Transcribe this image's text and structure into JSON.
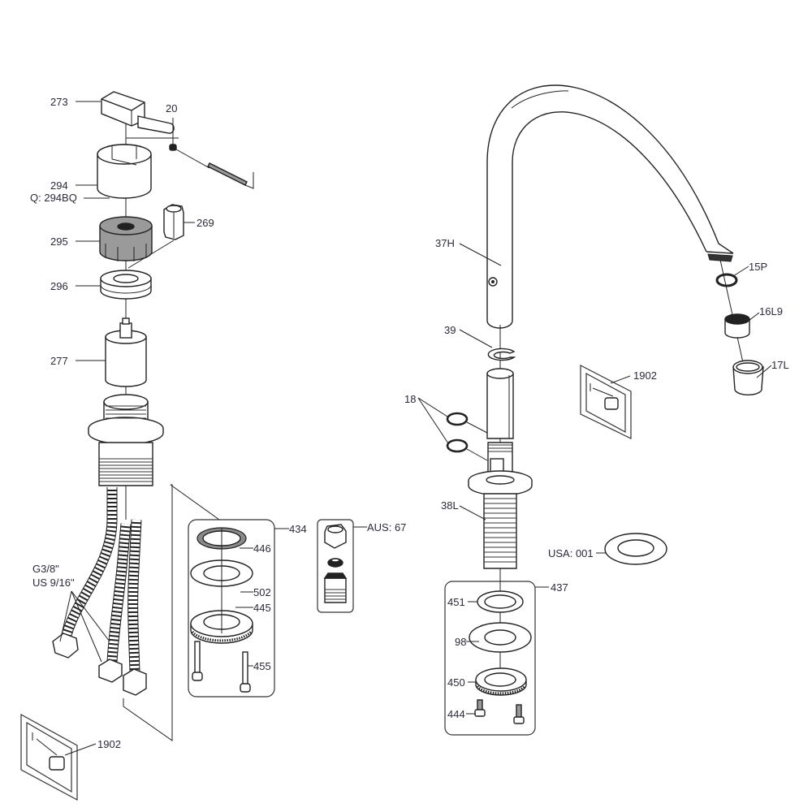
{
  "diagram": {
    "type": "exploded-parts-diagram",
    "subject": "kitchen faucet with swivel spout",
    "left_assembly": {
      "labels": {
        "p273": "273",
        "p20": "20",
        "p294": "294",
        "p294bq": "Q: 294BQ",
        "p269": "269",
        "p295": "295",
        "p296": "296",
        "p277": "277",
        "hose_size_1": "G3/8\"",
        "hose_size_2": "US 9/16\"",
        "p1902": "1902"
      },
      "kit_434": {
        "kit_label": "434",
        "items": {
          "p446": "446",
          "p502": "502",
          "p445": "445",
          "p455": "455"
        }
      },
      "kit_aus": {
        "kit_label": "AUS: 67"
      }
    },
    "right_assembly": {
      "labels": {
        "p37h": "37H",
        "p15p": "15P",
        "p16l9": "16L9",
        "p17l": "17L",
        "p39": "39",
        "p1902": "1902",
        "p18": "18",
        "p38l": "38L",
        "usa001": "USA: 001"
      },
      "kit_437": {
        "kit_label": "437",
        "items": {
          "p451": "451",
          "p98": "98",
          "p450": "450",
          "p444": "444"
        }
      }
    }
  }
}
